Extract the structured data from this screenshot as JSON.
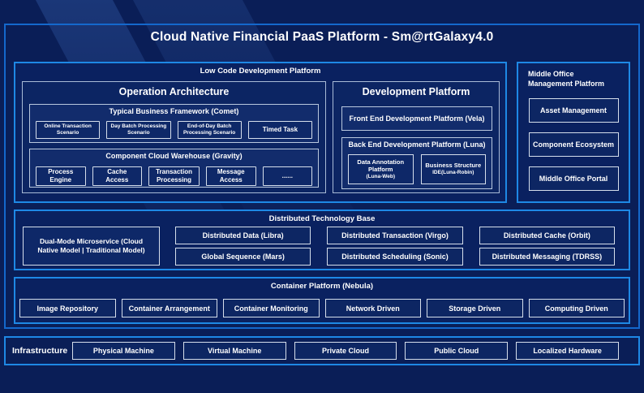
{
  "title": "Cloud Native Financial PaaS Platform - Sm@rtGalaxy4.0",
  "low_code": {
    "label": "Low Code Development Platform",
    "operation_architecture": {
      "title": "Operation Architecture",
      "comet": {
        "title": "Typical Business Framework (Comet)",
        "items": [
          "Online Transaction Scenario",
          "Day Batch Processing Scenario",
          "End-of-Day Batch Processing Scenario",
          "Timed Task"
        ]
      },
      "gravity": {
        "title": "Component Cloud Warehouse (Gravity)",
        "items": [
          "Process Engine",
          "Cache Access",
          "Transaction Processing",
          "Message Access",
          "......"
        ]
      }
    },
    "development_platform": {
      "title": "Development Platform",
      "front_end_label": "Front End Development Platform (Vela)",
      "back_end": {
        "title": "Back End Development Platform (Luna)",
        "items": [
          {
            "name": "Data Annotation Platform",
            "sub": "(Luna-Web)"
          },
          {
            "name": "Business Structure",
            "sub": "IDE(Luna-Robin)"
          }
        ]
      }
    }
  },
  "middle_office": {
    "title": "Middle Office Management Platform",
    "items": [
      "Asset Management",
      "Component Ecosystem",
      "Middle Office Portal"
    ]
  },
  "distributed_base": {
    "title": "Distributed Technology Base",
    "dual_mode_label": "Dual-Mode Microservice (Cloud Native Model | Traditional Model)",
    "grid_items": [
      "Distributed Data (Libra)",
      "Distributed Transaction (Virgo)",
      "Distributed Cache (Orbit)",
      "Global Sequence (Mars)",
      "Distributed Scheduling (Sonic)",
      "Distributed Messaging (TDRSS)"
    ]
  },
  "container_platform": {
    "title": "Container Platform (Nebula)",
    "items": [
      "Image Repository",
      "Container Arrangement",
      "Container Monitoring",
      "Network Driven",
      "Storage Driven",
      "Computing Driven"
    ]
  },
  "infrastructure": {
    "label": "Infrastructure",
    "items": [
      "Physical Machine",
      "Virtual Machine",
      "Private Cloud",
      "Public Cloud",
      "Localized Hardware"
    ]
  },
  "colors": {
    "background": "#0A1E57",
    "outer_border": "#1468CC",
    "section_border": "#1E88E5",
    "item_border": "#D5DEEB",
    "text": "#FFFFFF"
  }
}
